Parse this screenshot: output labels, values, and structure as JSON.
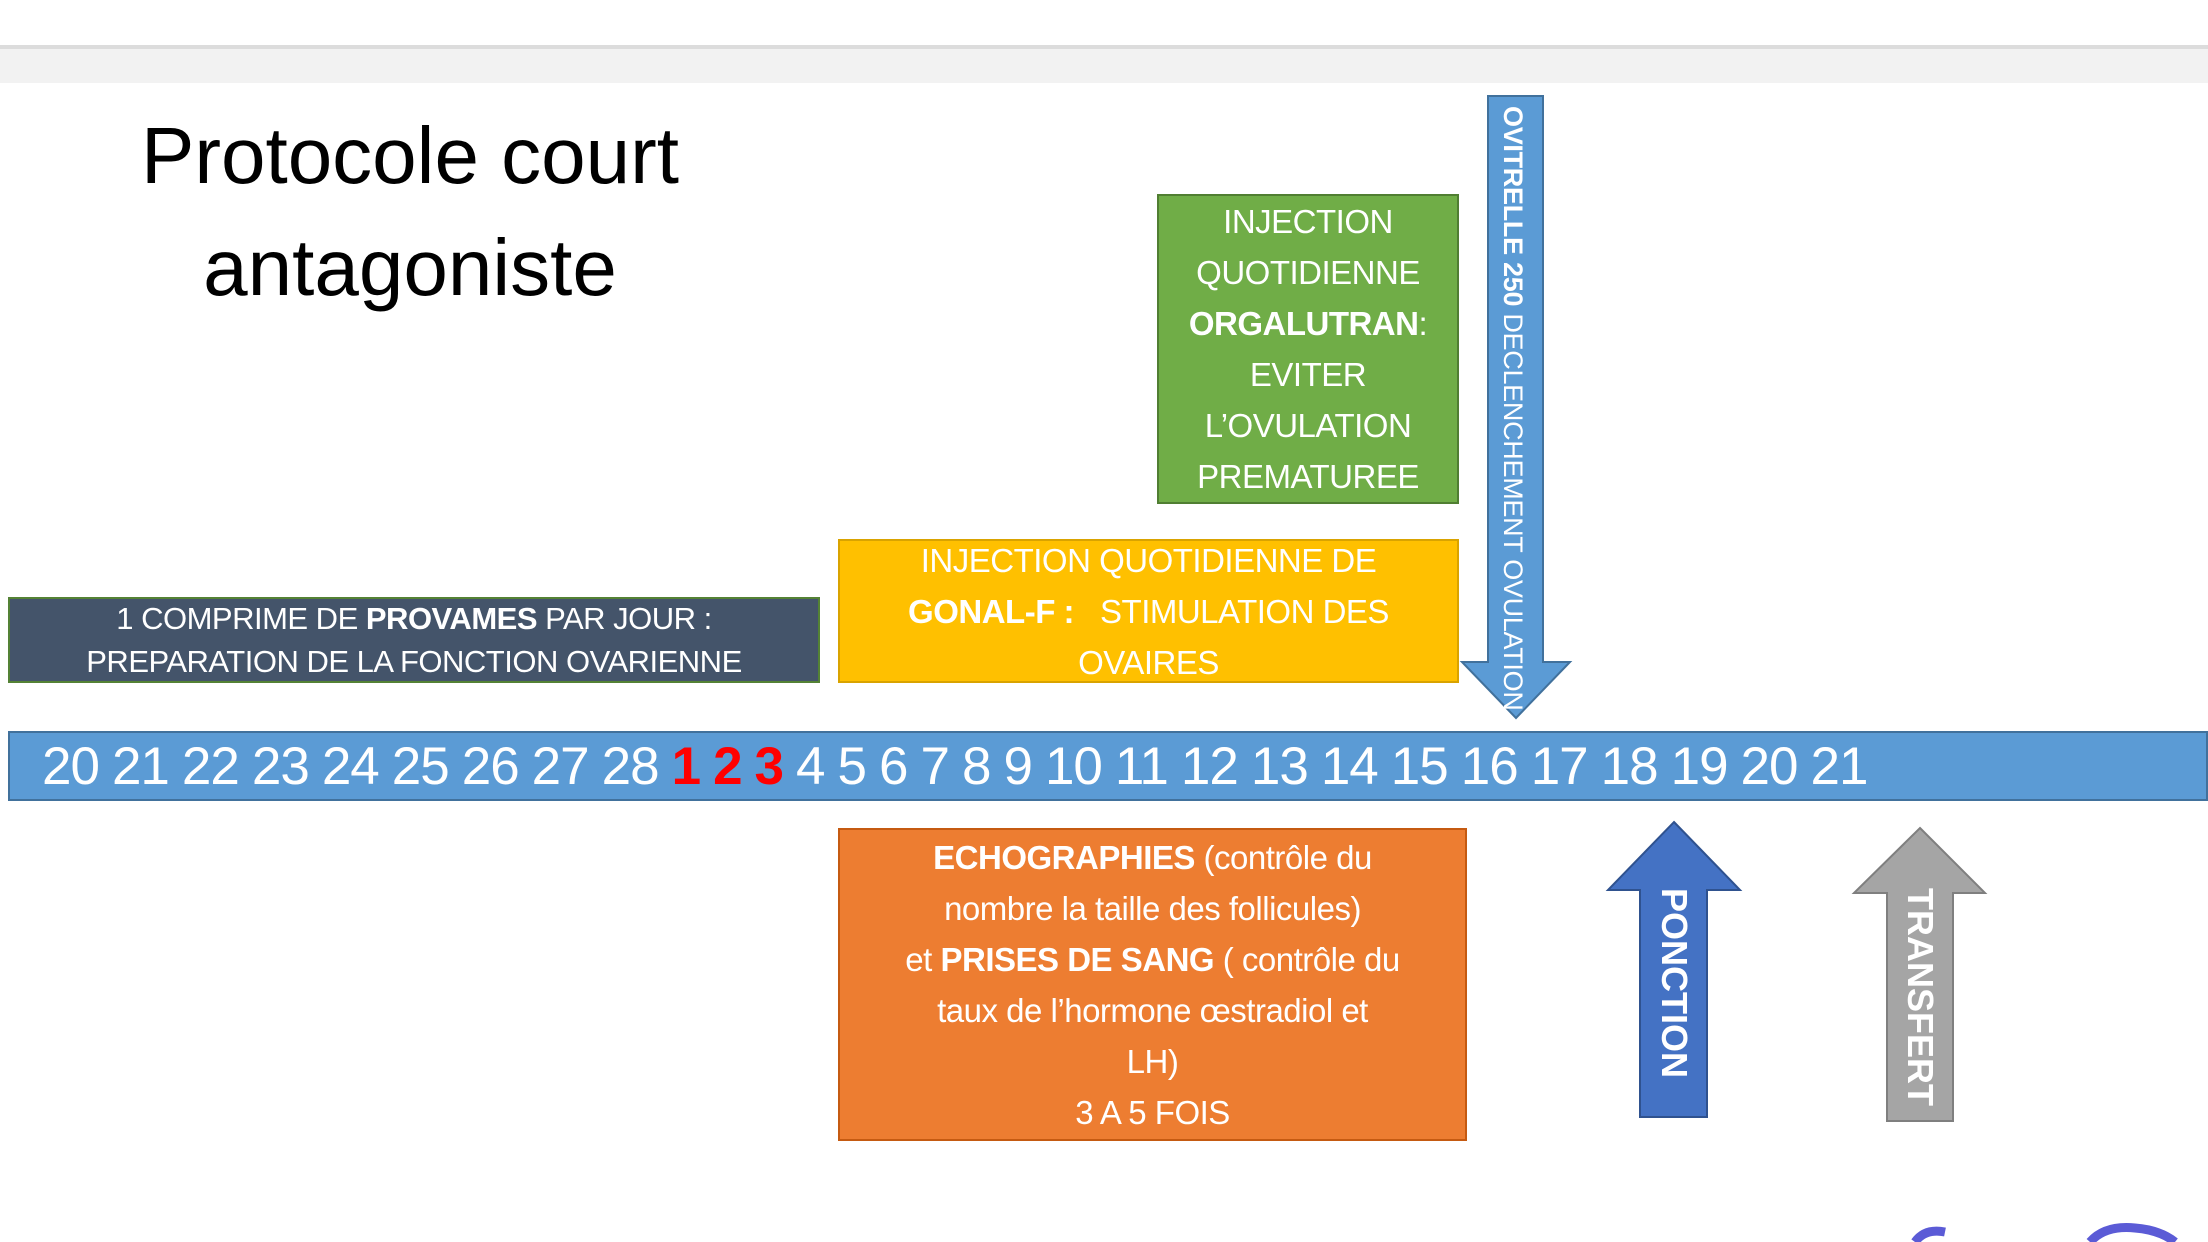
{
  "title": {
    "line1": "Protocole court",
    "line2": "antagoniste"
  },
  "provames_box": {
    "t1": "1 COMPRIME DE ",
    "b1": "PROVAMES",
    "t2": " PAR JOUR :",
    "line2": "PREPARATION DE LA FONCTION OVARIENNE"
  },
  "gonal_box": {
    "line1": "INJECTION QUOTIDIENNE DE",
    "b1": "GONAL-F :",
    "t2": "   STIMULATION DES",
    "line3": "OVAIRES"
  },
  "orgalutran_box": {
    "line1": "INJECTION",
    "line2": "QUOTIDIENNE",
    "b1": "ORGALUTRAN",
    "t1": ":",
    "line4": "EVITER",
    "line5": "L’OVULATION",
    "line6": "PREMATUREE"
  },
  "ovitrelle_arrow": {
    "bold": "OVITRELLE 250",
    "text": " DECLENCHEMENT OVULATION"
  },
  "timeline": {
    "days": [
      "20",
      "21",
      "22",
      "23",
      "24",
      "25",
      "26",
      "27",
      "28",
      "1",
      "2",
      "3",
      "4",
      "5",
      "6",
      "7",
      "8",
      "9",
      "10",
      "11",
      "12",
      "13",
      "14",
      "15",
      "16",
      "17",
      "18",
      "19",
      "20",
      "21"
    ],
    "highlighted_days": [
      9,
      10,
      11
    ]
  },
  "echo_box": {
    "b1": "ECHOGRAPHIES",
    "t1": " (contrôle du",
    "line2": "nombre la taille des follicules)",
    "t3a": "et ",
    "b3": "PRISES DE SANG",
    "t3b": " ( contrôle du",
    "line4": "taux de l’hormone œstradiol et",
    "line5": "LH)",
    "line6": "3 A 5 FOIS"
  },
  "ponction_arrow": {
    "label": "PONCTION"
  },
  "transfert_arrow": {
    "label": "TRANSFERT"
  },
  "colors": {
    "timeline": "#5b9bd5",
    "red_day": "#ff0000",
    "ponction": "#4472c4",
    "transfert": "#a5a5a5",
    "ovitrelle": "#5b9bd5"
  }
}
